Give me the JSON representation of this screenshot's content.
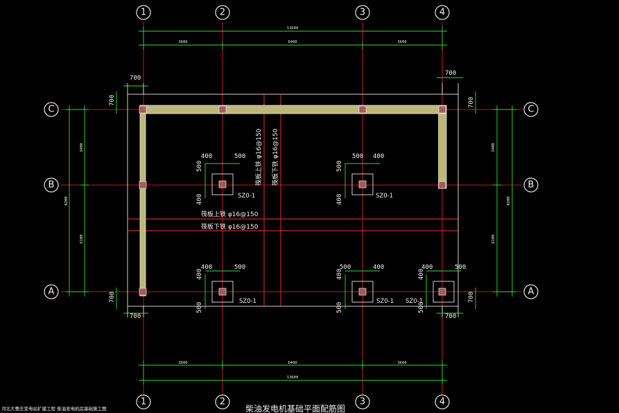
{
  "drawing": {
    "title": "柴油发电机基础平面配筋图",
    "corner_note": "河北大曹庄变电站扩建工程 柴油发电机房基础施工图",
    "axes": {
      "numeric": [
        "1",
        "2",
        "3",
        "4"
      ],
      "letters": [
        "C",
        "B",
        "A"
      ]
    },
    "dims_top": {
      "overall": "13600",
      "spans": [
        "3600",
        "6400",
        "3600"
      ]
    },
    "dims_bottom": {
      "overall": "13600",
      "spans": [
        "3600",
        "6400",
        "3600"
      ]
    },
    "dims_left": {
      "overall": "8200",
      "spans": [
        "3400",
        "6100"
      ]
    },
    "dims_right": {
      "overall": "8200",
      "spans": [
        "3400",
        "6100"
      ]
    },
    "edge_offset": "700",
    "rebar": {
      "h_top": "筏板上铁 φ16@150",
      "h_bottom": "筏板下铁 φ16@150",
      "v_top": "筏板上铁 φ16@150",
      "v_bottom": "筏板下铁 φ16@150"
    },
    "pier": {
      "mark": "SZ0-1",
      "w400": "400",
      "w500": "500"
    }
  }
}
